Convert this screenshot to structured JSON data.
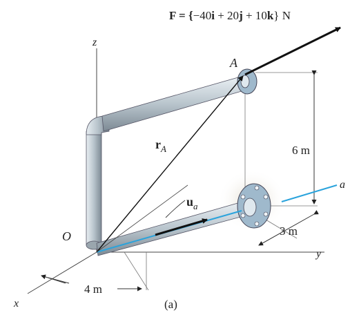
{
  "force": {
    "prefix": "F = {",
    "i_comp": "−40",
    "i_unit": "i",
    "j_comp": " + 20",
    "j_unit": "j",
    "k_comp": " + 10",
    "k_unit": "k",
    "suffix": "} N"
  },
  "points": {
    "A": "A",
    "O": "O"
  },
  "axes": {
    "x": "x",
    "y": "y",
    "z": "z",
    "a": "a"
  },
  "vectors": {
    "rA_main": "r",
    "rA_sub": "A",
    "ua_main": "u",
    "ua_sub": "a"
  },
  "dimensions": {
    "height": "6 m",
    "offset": "3 m",
    "length": "4 m"
  },
  "caption": "(a)",
  "colors": {
    "axis_a": "#2aa3dc",
    "pipe": "#b8c4cc",
    "flange": "#9fb9cc"
  }
}
